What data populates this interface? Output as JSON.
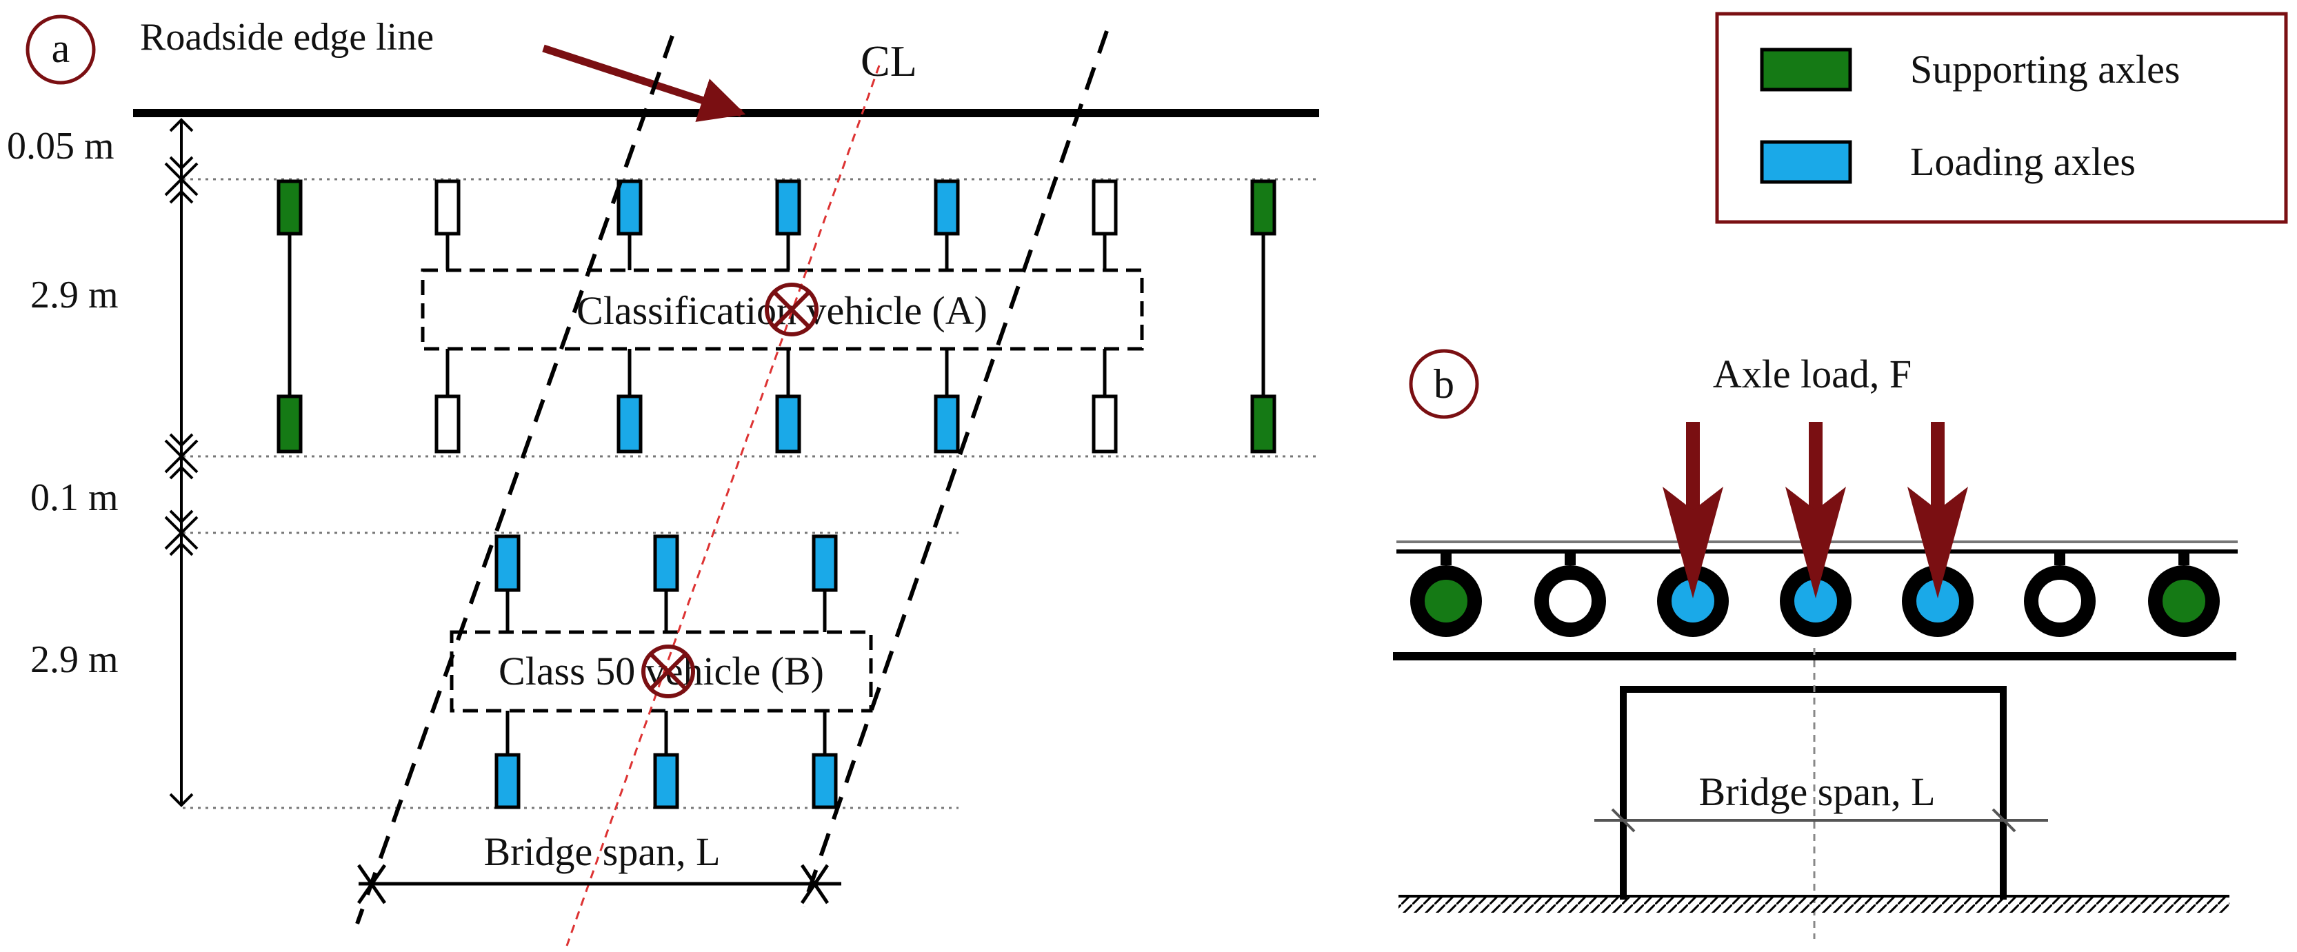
{
  "colors": {
    "supporting": "#157a15",
    "loading": "#1aa9e8",
    "accent": "#7a0f12",
    "empty": "#ffffff",
    "line": "#000000"
  },
  "panel_a": {
    "label": "a",
    "roadside_label": "Roadside edge line",
    "centerline_label": "CL",
    "dims": [
      "0.05 m",
      "2.9 m",
      "0.1 m",
      "2.9 m"
    ],
    "vehicle_a": {
      "label": "Classification vehicle (A)",
      "axles": [
        "supporting",
        "empty",
        "loading",
        "loading",
        "loading",
        "empty",
        "supporting"
      ]
    },
    "vehicle_b": {
      "label": "Class 50 vehicle (B)",
      "axles": [
        "loading",
        "loading",
        "loading"
      ]
    },
    "span_label": "Bridge span, L"
  },
  "legend": {
    "items": [
      {
        "label": "Supporting axles",
        "kind": "supporting"
      },
      {
        "label": "Loading axles",
        "kind": "loading"
      }
    ]
  },
  "panel_b": {
    "label": "b",
    "axle_load_label": "Axle load, F",
    "span_label": "Bridge span, L",
    "wheels": [
      "supporting",
      "empty",
      "loading",
      "loading",
      "loading",
      "empty",
      "supporting"
    ],
    "loaded_count": 3
  }
}
